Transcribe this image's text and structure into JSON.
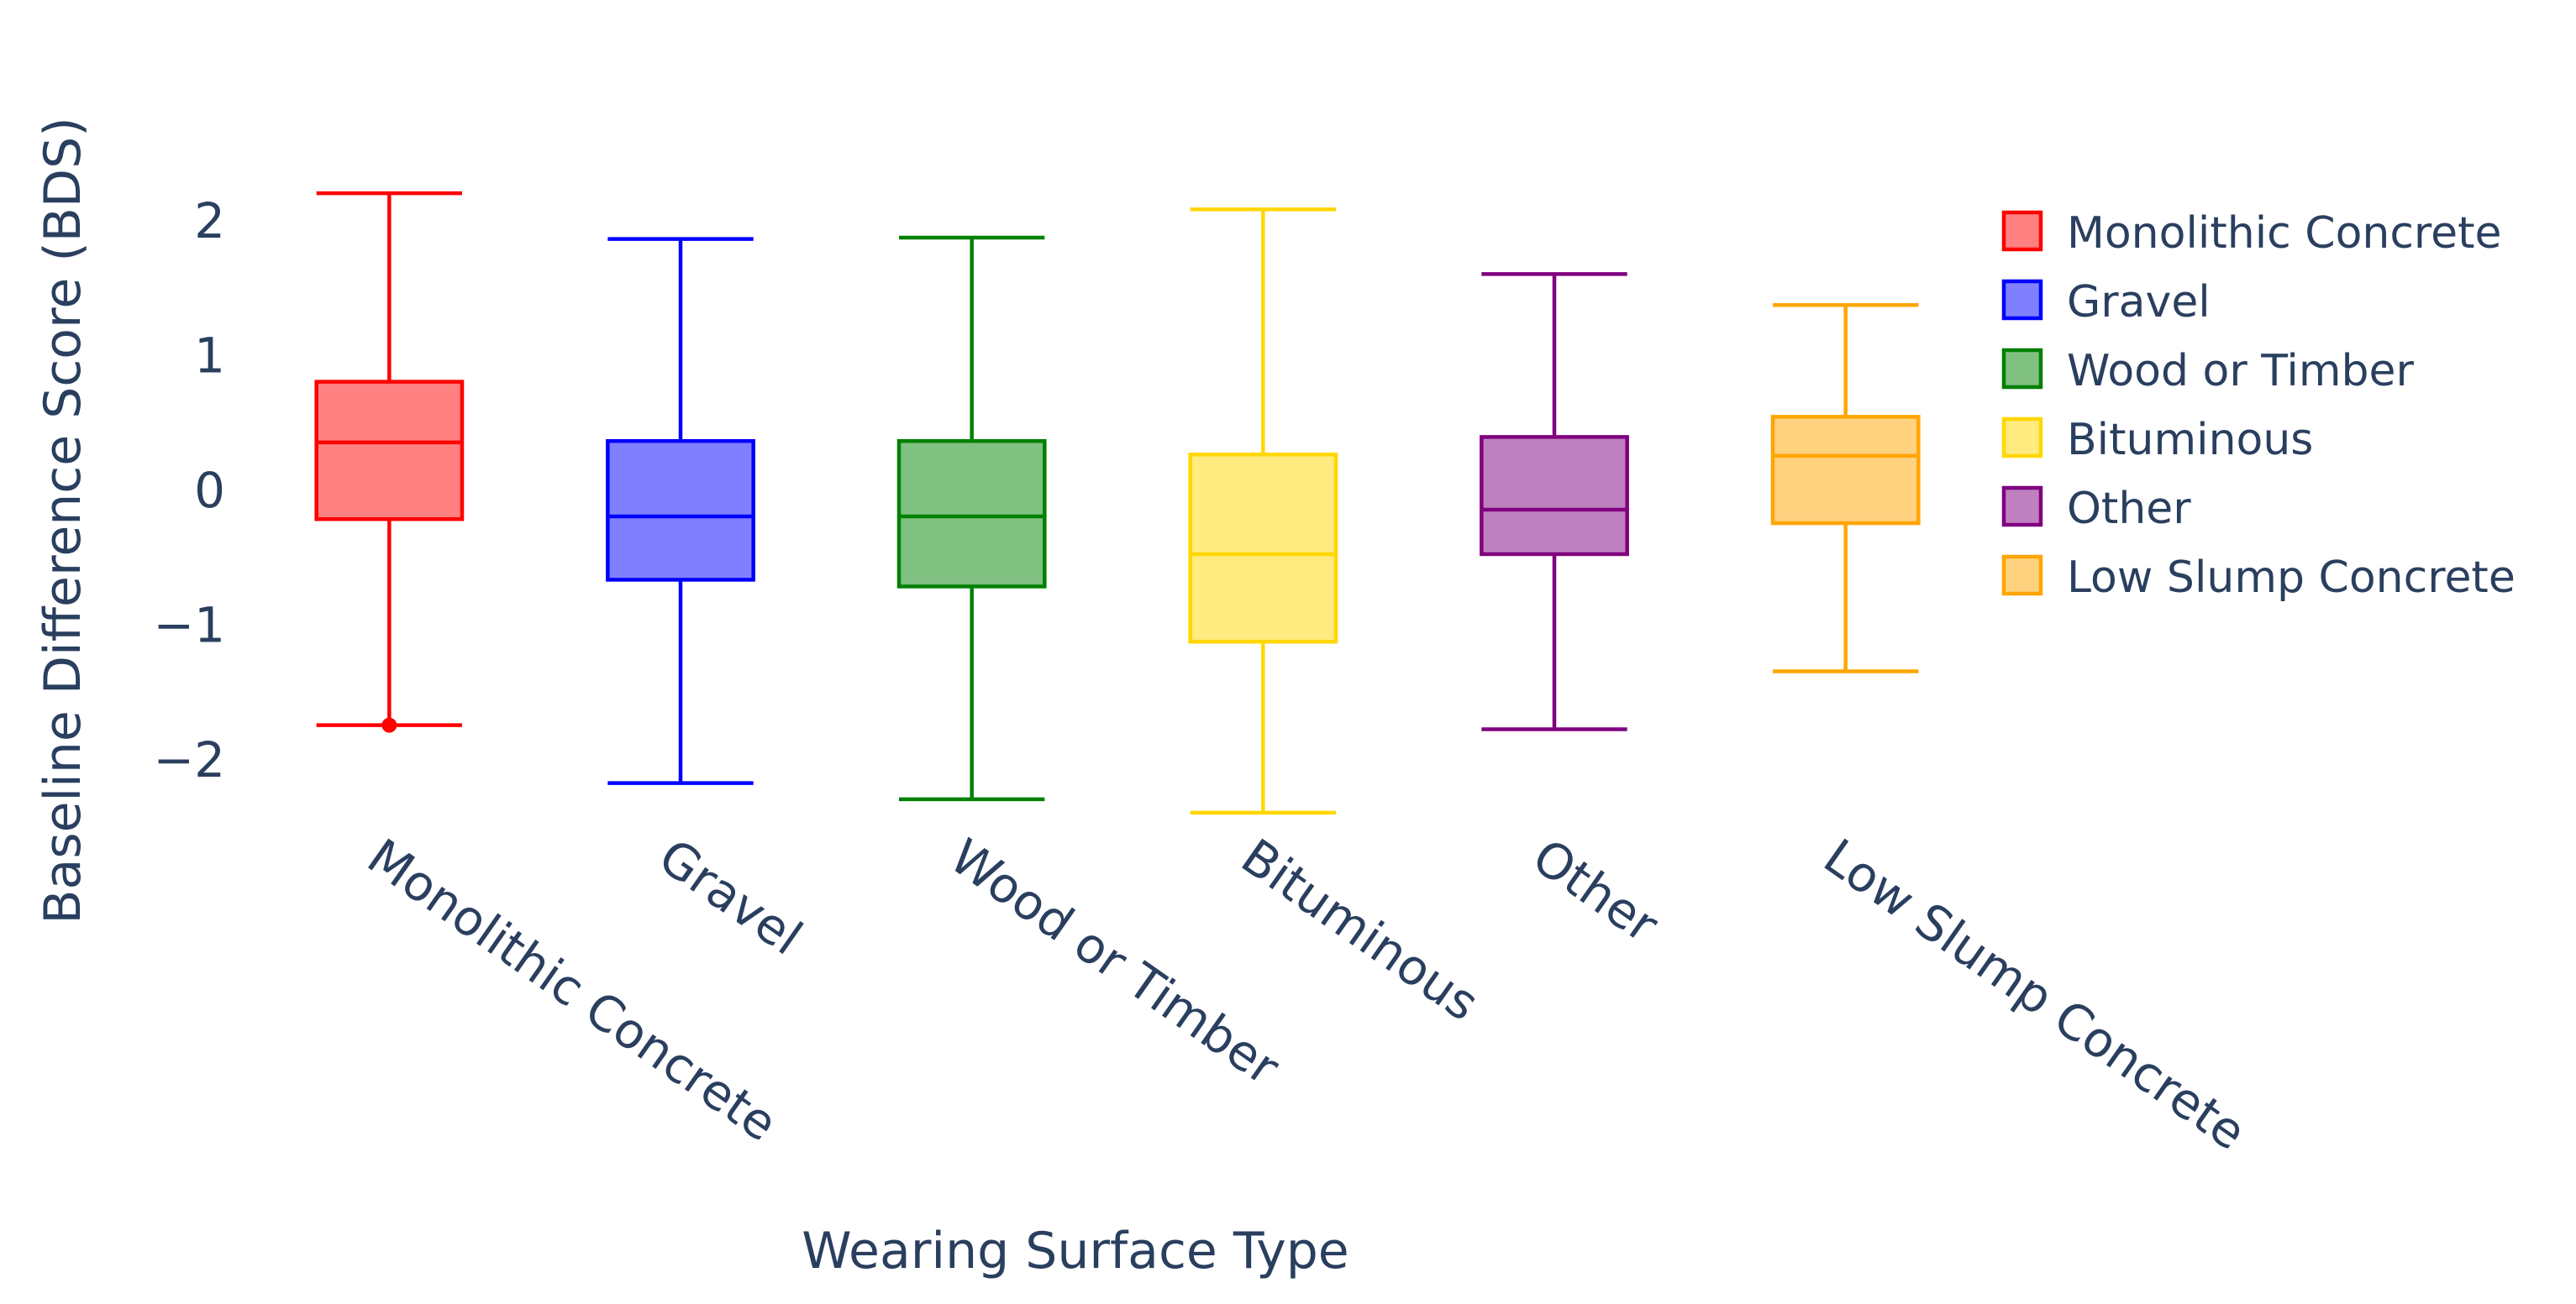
{
  "chart_data": {
    "type": "box",
    "title": "",
    "xlabel": "Wearing Surface Type",
    "ylabel": "Baseline Difference Score (BDS)",
    "ylim": [
      -2.6,
      2.45
    ],
    "yticks": [
      -2,
      -1,
      0,
      1,
      2
    ],
    "ytick_labels": [
      "−2",
      "−1",
      "0",
      "1",
      "2"
    ],
    "grid": false,
    "legend_position": "right",
    "categories": [
      "Monolithic Concrete",
      "Gravel",
      "Wood or Timber",
      "Bituminous",
      "Other",
      "Low Slump Concrete"
    ],
    "series": [
      {
        "name": "Monolithic Concrete",
        "color": "#ff0000",
        "fill": "#ff8080",
        "min": -1.75,
        "q1": -0.22,
        "median": 0.35,
        "q3": 0.8,
        "max": 2.2,
        "outliers": [
          -1.75
        ]
      },
      {
        "name": "Gravel",
        "color": "#0000ff",
        "fill": "#8080ff",
        "min": -2.18,
        "q1": -0.67,
        "median": -0.2,
        "q3": 0.36,
        "max": 1.86,
        "outliers": []
      },
      {
        "name": "Wood or Timber",
        "color": "#008000",
        "fill": "#80c080",
        "min": -2.3,
        "q1": -0.72,
        "median": -0.2,
        "q3": 0.36,
        "max": 1.87,
        "outliers": []
      },
      {
        "name": "Bituminous",
        "color": "#ffd700",
        "fill": "#ffeb80",
        "min": -2.4,
        "q1": -1.13,
        "median": -0.48,
        "q3": 0.26,
        "max": 2.08,
        "outliers": []
      },
      {
        "name": "Other",
        "color": "#800080",
        "fill": "#bf80bf",
        "min": -1.78,
        "q1": -0.48,
        "median": -0.15,
        "q3": 0.39,
        "max": 1.6,
        "outliers": []
      },
      {
        "name": "Low Slump Concrete",
        "color": "#ffa500",
        "fill": "#ffd280",
        "min": -1.35,
        "q1": -0.25,
        "median": 0.25,
        "q3": 0.54,
        "max": 1.37,
        "outliers": []
      }
    ]
  }
}
